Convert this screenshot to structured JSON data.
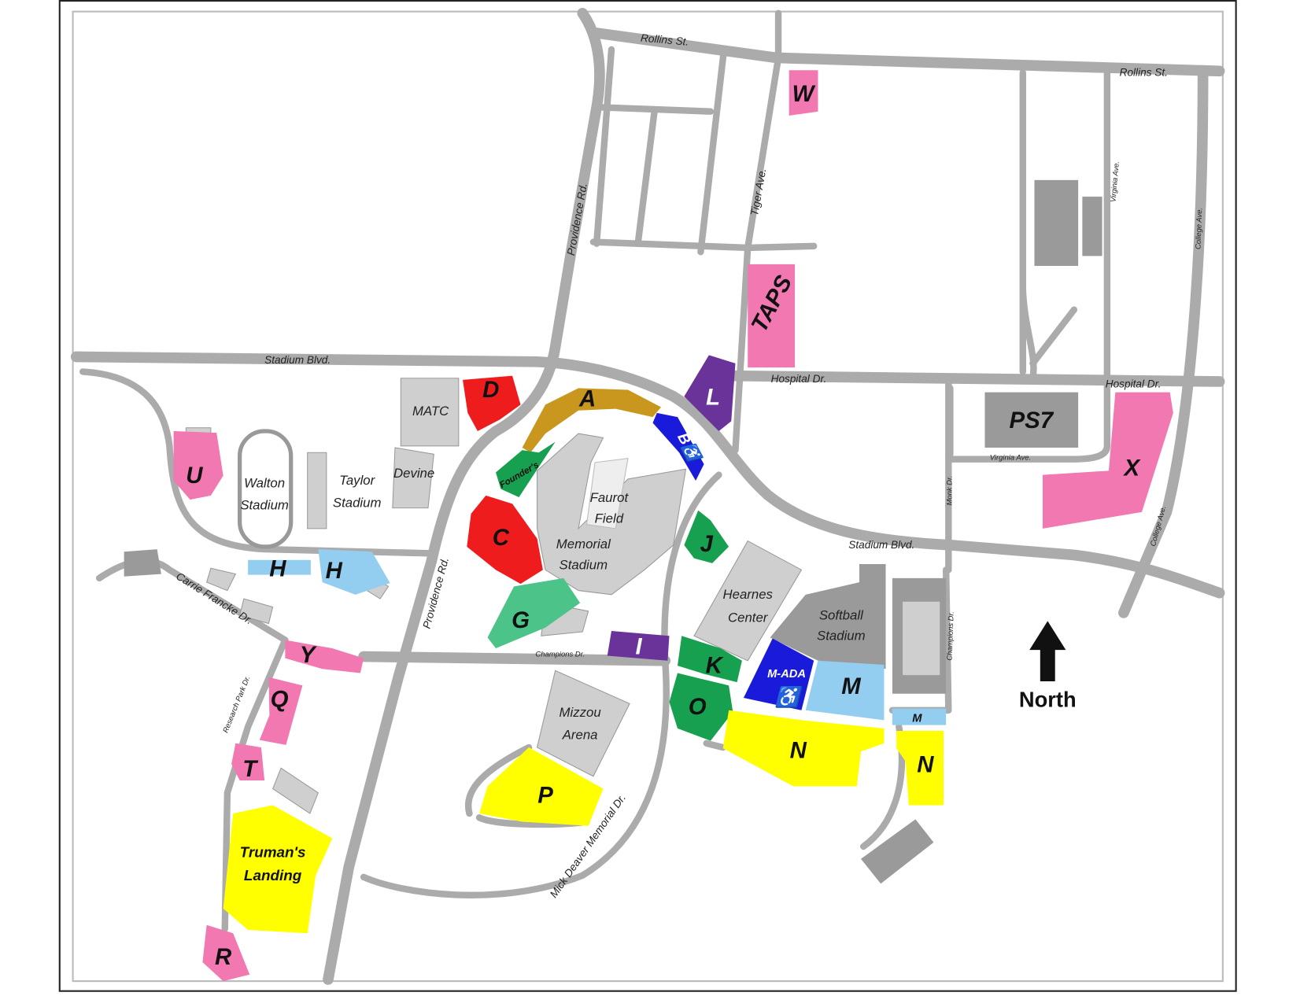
{
  "colors": {
    "pink": "#f178b0",
    "red": "#ee1c1c",
    "gold": "#c9961e",
    "blue": "#1a1adb",
    "purple": "#6a3399",
    "green": "#17a04f",
    "light_green": "#4cc389",
    "light_blue": "#93cdf0",
    "yellow": "#ffff00",
    "road": "#ababab",
    "building": "#cfcfcf",
    "dark_building": "#9a9a9a"
  },
  "streets": {
    "rollins_1": "Rollins St.",
    "rollins_2": "Rollins St.",
    "stadium_blvd_1": "Stadium Blvd.",
    "stadium_blvd_2": "Stadium Blvd.",
    "hospital_1": "Hospital Dr.",
    "hospital_2": "Hospital Dr.",
    "providence_1": "Providence Rd.",
    "providence_2": "Providence Rd.",
    "tiger": "Tiger Ave.",
    "virginia_1": "Virginia Ave.",
    "virginia_2": "Virginia Ave.",
    "college_1": "College Ave.",
    "college_2": "College Ave.",
    "monk": "Monk Dr.",
    "champions_1": "Champions Dr.",
    "champions_2": "Champions Dr.",
    "carrie_francke": "Carrie Francke Dr.",
    "research_park": "Research Park Dr.",
    "mick_deaver": "Mick Deaver Memorial Dr."
  },
  "lots": {
    "W": "W",
    "TAPS": "TAPS",
    "L": "L",
    "D": "D",
    "A": "A",
    "B": "B♿",
    "founders": "Founder's",
    "C": "C",
    "G": "G",
    "J": "J",
    "I": "I",
    "K": "K",
    "O": "O",
    "M_ADA": "M-ADA",
    "ada_icon": "♿",
    "M": "M",
    "M_small": "M",
    "N1": "N",
    "N2": "N",
    "P": "P",
    "truman_1": "Truman's",
    "truman_2": "Landing",
    "R": "R",
    "T": "T",
    "Q": "Q",
    "Y": "Y",
    "U": "U",
    "H1": "H",
    "H2": "H",
    "X": "X",
    "PS7": "PS7"
  },
  "buildings": {
    "matc": "MATC",
    "devine": "Devine",
    "walton_1": "Walton",
    "walton_2": "Stadium",
    "taylor_1": "Taylor",
    "taylor_2": "Stadium",
    "faurot_1": "Faurot",
    "faurot_2": "Field",
    "memorial_1": "Memorial",
    "memorial_2": "Stadium",
    "hearnes_1": "Hearnes",
    "hearnes_2": "Center",
    "softball_1": "Softball",
    "softball_2": "Stadium",
    "mizzou_1": "Mizzou",
    "mizzou_2": "Arena"
  },
  "north": {
    "label": "North",
    "icon": "north-arrow-icon"
  }
}
